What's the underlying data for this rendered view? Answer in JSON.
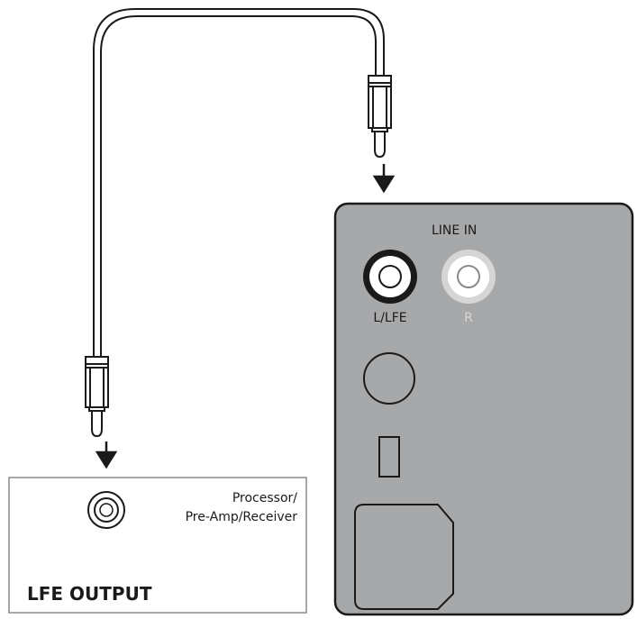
{
  "subwoofer_panel": {
    "line_in_label": "LINE IN",
    "left_jack_label": "L/LFE",
    "right_jack_label": "R"
  },
  "source_device": {
    "name_line1": "Processor/",
    "name_line2": "Pre-Amp/Receiver",
    "output_label": "LFE OUTPUT"
  },
  "colors": {
    "panel_fill": "#a7a8aa",
    "panel_stroke": "#1a1a1a",
    "inactive_jack": "#d6d6d6",
    "cable": "#1a1a1a"
  }
}
